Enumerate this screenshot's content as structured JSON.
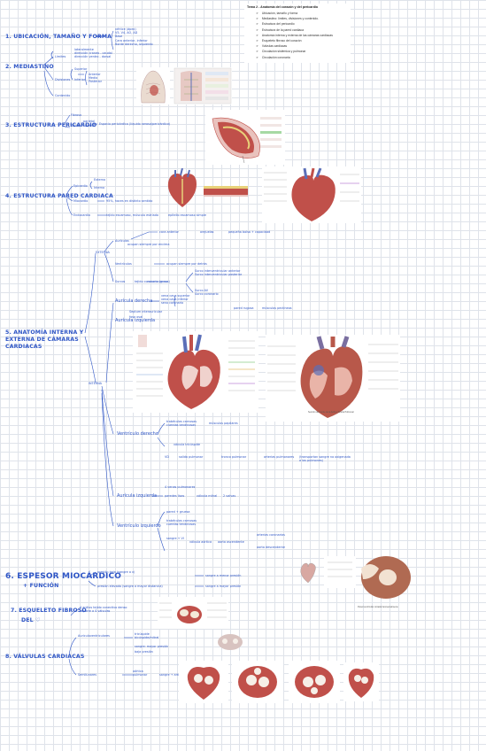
{
  "toc": {
    "title": "Tema 2 - Anatomía del corazón y del pericardio",
    "items": [
      "Ubicación, tamaño y forma",
      "Mediastino: límites, divisiones y contenido.",
      "Estructura del pericardio",
      "Estructura de la pared cardiaca",
      "Anatomía interna y externa de las cámaras cardiacas",
      "Esqueleto fibroso del corazón",
      "Válvulas cardiacas",
      "Circulación sistémica y pulmonar",
      "Circulación coronaria"
    ]
  },
  "sections": {
    "s1": {
      "title": "1. UBICACIÓN, TAMAÑO Y FORMA",
      "cone": "cono",
      "notes": [
        "vértice (ápex)",
        "V5, V4, AO, AD",
        "Base",
        "Cara anterior, inferior",
        "Borde derecho, izquierdo"
      ]
    },
    "s2": {
      "title": "2. MEDIASTINO",
      "limits": "Límites",
      "limit_notes": [
        "lateralmente",
        "dirección craneo - caudal",
        "dirección ventro - dorsal"
      ],
      "divisions": "Divisiones",
      "superior": "Superior",
      "inferior": "Inferior",
      "inferior_parts": [
        "Anterior",
        "Medio",
        "Posterior"
      ],
      "content": "Contenido"
    },
    "s3": {
      "title": "3. ESTRUCTURA PERICARDIO",
      "fibroso": "Fibroso",
      "seroso": "Seroso",
      "parietal": "parietal",
      "visceral": "visceral",
      "space": "Espacio pericárdico (líquido seroso/pericárdico)"
    },
    "s4": {
      "title": "4. ESTRUCTURA PARED CARDIACA",
      "epicardio": "Epicardio",
      "externo": "Externo",
      "interno": "Interno",
      "miocardio": "Miocardio",
      "mio_note": "95%, haces en distinto sentido",
      "endocardio": "Endocardio",
      "endo_note": "tejido escamoso, músculo estriado",
      "endo_note2": "epitelio escamoso simple"
    },
    "s5": {
      "title": "5. ANATOMÍA INTERNA Y EXTERNA DE CÁMARAS CARDIACAS",
      "externa": "EXTERNA",
      "interna": "INTERNA",
      "auriculas": "Aurículas",
      "aur_note": "ocupan siempre por encima",
      "cara_anterior": "cara anterior",
      "orejuelas": "orejuelas",
      "orej_note": "pequeña bolsa + capacidad",
      "ventriculos": "Ventrículos",
      "vent_note": "ocupan siempre por detrás",
      "surcos": "Surcos",
      "surcos_note": "tejido coronario (grasa)",
      "surco_items": [
        "Surco interventricular anterior",
        "Surco interventricular posterior",
        "Surco AV",
        "Surco coronario"
      ],
      "aur_der": "Aurícula derecha",
      "aur_der_notes": [
        "vena cava superior",
        "vena cava inferior",
        "seno coronario"
      ],
      "septum": "Septum interauricular",
      "fosa_oval": "fosa oval",
      "pared_rugosa": "pared rugosa",
      "musculos_pectineos": "músculos pectíneos",
      "aur_izq": "Aurícula izquierda",
      "vent_der": "Ventrículo derecho",
      "vd_notes": [
        "trabéculas carnosas",
        "cuerdas tendinosas",
        "músculos papilares",
        "válvula tricúspide"
      ],
      "vd_vo": "VD",
      "salida": "salida pulmonar",
      "tronco_pulmonar": "tronco pulmonar",
      "arterias_pulmonares": "arterias pulmonares",
      "sangre_pobre": "(transportan sangre no oxigenada a los pulmones)",
      "aur_izq_notes": [
        "4 venas pulmonares",
        "paredes lisas",
        "válvula mitral",
        "2 valvas"
      ],
      "vent_izq": "Ventrículo izquierdo",
      "vi_notes": [
        "pared + gruesa",
        "trabéculas carnosas",
        "cuerdas tendinosas",
        "sangre + VI",
        "válvula aórtica",
        "aorta ascendente",
        "arterias coronarias",
        "aorta descendente"
      ]
    },
    "s6": {
      "title": "6. ESPESOR MIOCÁRDICO",
      "subtitle": "+ FUNCIÓN",
      "a_note": "presión baja (sangre a v)",
      "v_note": "presión elevada (sangre a mayor distancia)",
      "vd_note": "sangre a menor presión",
      "vi_note": "sangre a mayor presión"
    },
    "s7": {
      "title": "7. ESQUELETO FIBROSO",
      "title2": "DEL ♡",
      "notes": [
        "4 anillos tejido conectivo denso",
        "soporte a 4 válvulas"
      ]
    },
    "s8": {
      "title": "8. VÁLVULAS CARDIACAS",
      "av": "Auriculoventriculares",
      "av_notes": [
        "tricúspide",
        "bicúspide/mitral",
        "sangre: mayor presión",
        "baja presión"
      ],
      "sl": "Semilunares",
      "sl_notes": [
        "aórtica",
        "pulmonar",
        "sangre → arterias"
      ]
    }
  },
  "figures": {
    "fig_heart_section": "Sección de Frente de la Aorta y Arteria Pulmonar",
    "fig_heart_caption": "El corazón visto desde la cara anterior",
    "fig_wall_caption": "Pared ventricular cortada transversalmente"
  },
  "colors": {
    "ink": "#2f56c6",
    "muscle": "#c0504a",
    "vein": "#5b6fb8",
    "fat": "#e8d27a"
  }
}
